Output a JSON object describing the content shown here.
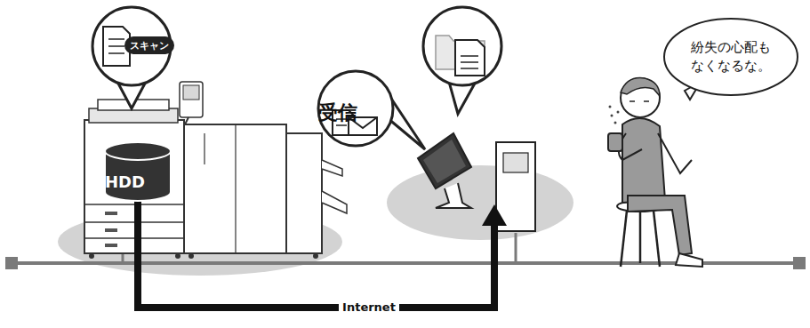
{
  "diagram": {
    "nodes": [
      {
        "text": [
          "スキャン"
        ]
      },
      {
        "text": [
          "HDD"
        ]
      },
      {
        "text": [
          "受信"
        ]
      },
      {
        "text": [
          "紛失の心配も なくなるな。"
        ]
      }
    ],
    "labels": [
      "Internet"
    ]
  }
}
